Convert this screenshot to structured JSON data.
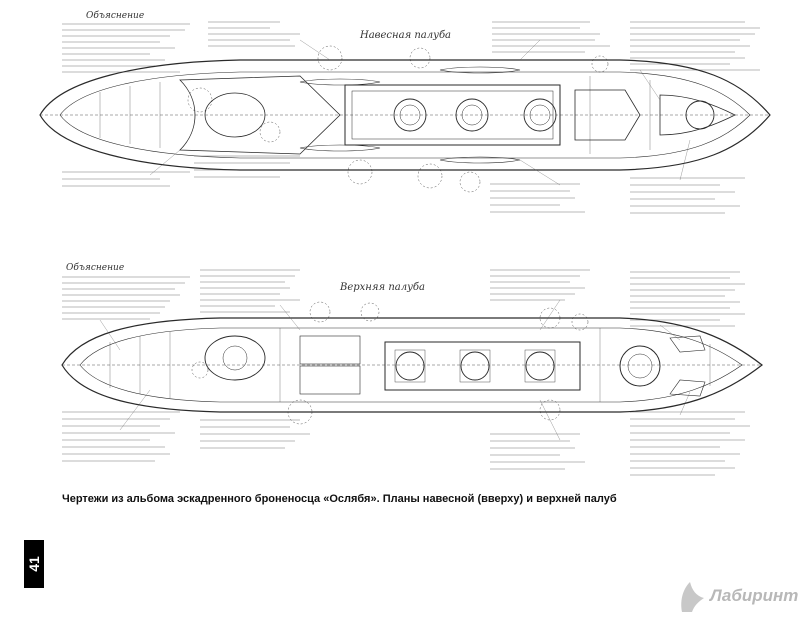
{
  "drawing": {
    "upper_title": "Навесная палуба",
    "lower_title": "Верхняя палуба",
    "upper_legend_heading": "Объяснение",
    "lower_legend_heading": "Объяснение"
  },
  "caption": "Чертежи из альбома эскадренного броненосца «Ослябя». Планы навесной (вверху) и верхней палуб",
  "page_number": "41",
  "watermark": {
    "text": "Лабиринт"
  }
}
